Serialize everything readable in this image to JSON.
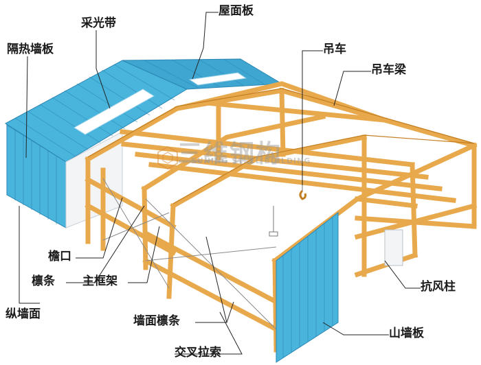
{
  "labels": {
    "skylight": "采光带",
    "roof_panel": "屋面板",
    "insulated_wall_panel": "隔热墙板",
    "crane": "吊车",
    "crane_beam": "吊车梁",
    "eave": "檐口",
    "purlin": "檩条",
    "main_frame": "主框架",
    "longitudinal_wall": "纵墙面",
    "wind_column": "抗风柱",
    "wall_purlin": "墙面檩条",
    "gable_wall_panel": "山墙板",
    "cross_bracing": "交叉拉索"
  },
  "watermark": {
    "cn": "三维钢构",
    "en": "SUNING STEEL BUILDING"
  },
  "colors": {
    "steel": "#e8a94c",
    "steel_dark": "#c47e22",
    "panel": "#49b4dc",
    "panel_dark": "#2a86b4",
    "leader": "#222222"
  }
}
